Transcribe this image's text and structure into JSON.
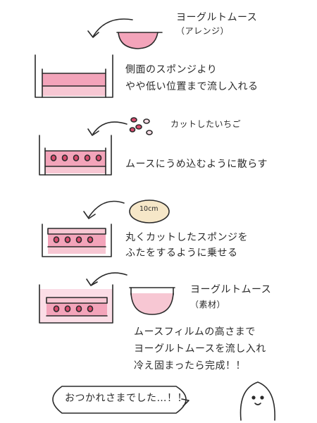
{
  "notes": {
    "mousse_arrange_title": "ヨーグルトムース",
    "mousse_arrange_sub": "（アレンジ）",
    "step1_line1": "側面のスポンジより",
    "step1_line2": "やや低い位置まで流し入れる",
    "cut_strawberry": "カットしたいちご",
    "step2": "ムースにうめ込むように散らす",
    "circle_label": "10cm",
    "step3_line1": "丸くカットしたスポンジを",
    "step3_line2": "ふたをするように乗せる",
    "mousse_plain_title": "ヨーグルトムース",
    "mousse_plain_sub": "（素材）",
    "step4_line1": "ムースフィルムの高さまで",
    "step4_line2": "ヨーグルトムースを流し入れ",
    "step4_line3": "冷え固まったら完成！！",
    "closing": "おつかれさまでした…！！"
  },
  "colors": {
    "ink": "#2a2a2a",
    "sponge_pink": "#f7c7d3",
    "mousse_pink": "#f3a4ba",
    "strawberry": "#d84b6e",
    "film_pink": "#fbdde6",
    "circle_sponge": "#f6e7c8"
  },
  "icons": [
    "curved-arrow-icon",
    "bird-mascot-icon"
  ]
}
